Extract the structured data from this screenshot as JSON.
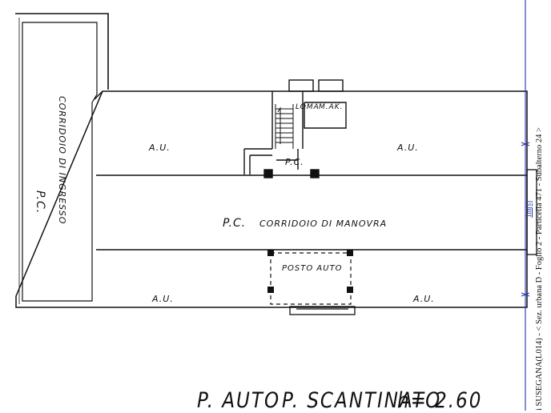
{
  "labels": {
    "corridor_entry_pc": "P.C.",
    "corridor_entry": "CORRIDOIO DI INGRESSO",
    "unit_top_left": "A.U.",
    "unit_top_right": "A.U.",
    "unit_bottom_left": "A.U.",
    "unit_bottom_right": "A.U.",
    "central_pc": "P.C.",
    "room_loma": "LOMA",
    "room_mak": "M.AK.",
    "corridor_main_pc": "P.C.",
    "corridor_main": "CORRIDOIO DI MANOVRA",
    "parking_space": "POSTO AUTO"
  },
  "caption": {
    "p_auto": "P. AUTO",
    "p_scantinato": "P. SCANTINATO",
    "height": "h= 2.60"
  },
  "side_note": "i SUSEGANA(L014) - < Sez. urbana D - Foglio 2 - Particella 471 - Subalterno 24 >",
  "scale_mark": "1m(s)",
  "colors": {
    "ink": "#111111",
    "border_line": "#2233aa"
  }
}
